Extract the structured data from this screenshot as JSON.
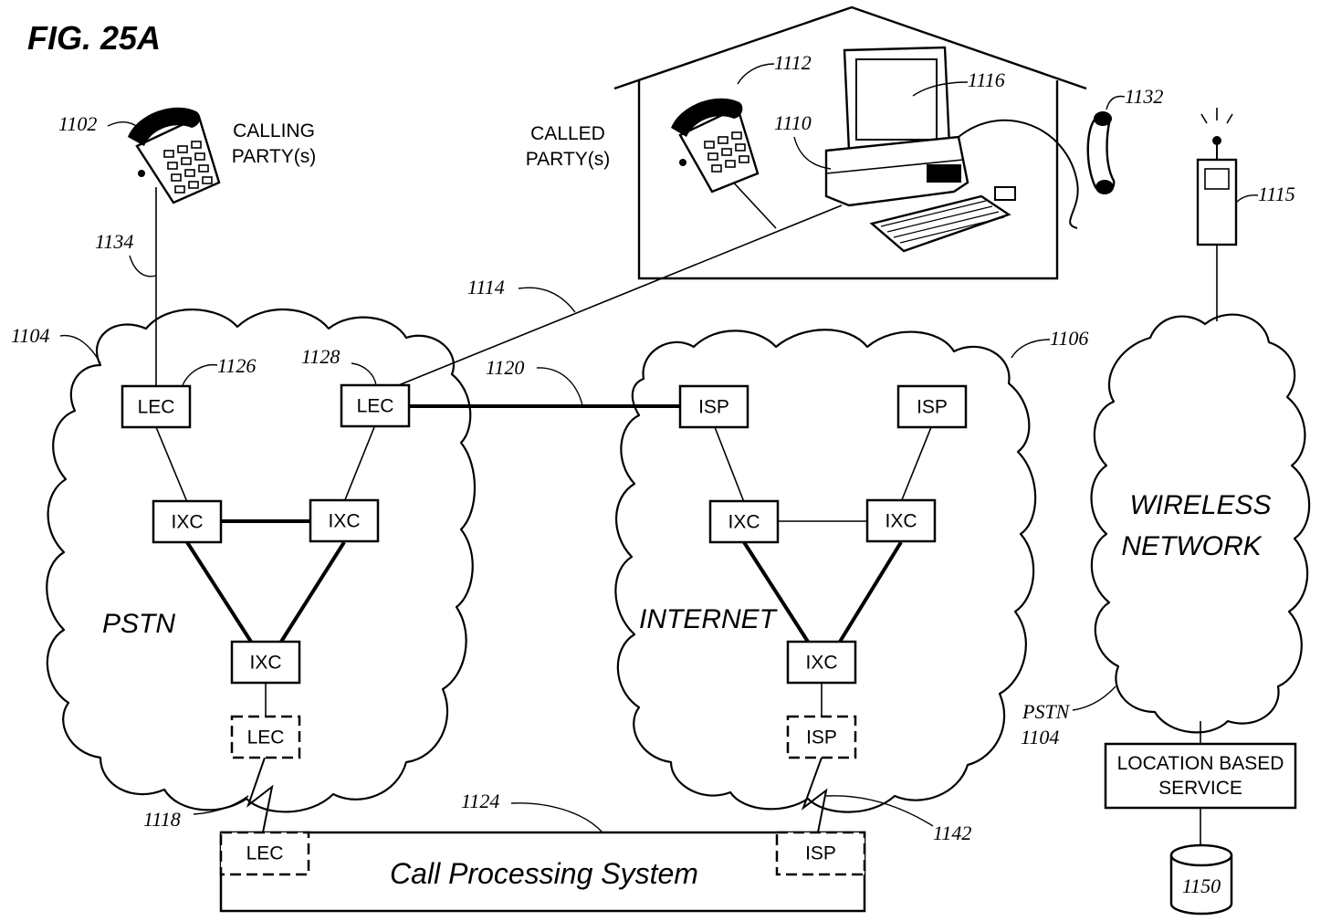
{
  "figure_label": "FIG. 25A",
  "parties": {
    "calling": [
      "CALLING",
      "PARTY(s)"
    ],
    "called": [
      "CALLED",
      "PARTY(s)"
    ]
  },
  "networks": {
    "pstn": "PSTN",
    "internet": "INTERNET",
    "wireless": [
      "WIRELESS",
      "NETWORK"
    ],
    "pstn_ref": [
      "PSTN",
      "1104"
    ]
  },
  "nodes": {
    "lec": "LEC",
    "ixc": "IXC",
    "isp": "ISP"
  },
  "call_processing": "Call Processing System",
  "location_service": [
    "LOCATION BASED",
    "SERVICE"
  ],
  "database": "1150",
  "refs": {
    "r1102": "1102",
    "r1104": "1104",
    "r1106": "1106",
    "r1110": "1110",
    "r1112": "1112",
    "r1114": "1114",
    "r1115": "1115",
    "r1116": "1116",
    "r1118": "1118",
    "r1120": "1120",
    "r1124": "1124",
    "r1126": "1126",
    "r1128": "1128",
    "r1132": "1132",
    "r1134": "1134",
    "r1142": "1142"
  }
}
